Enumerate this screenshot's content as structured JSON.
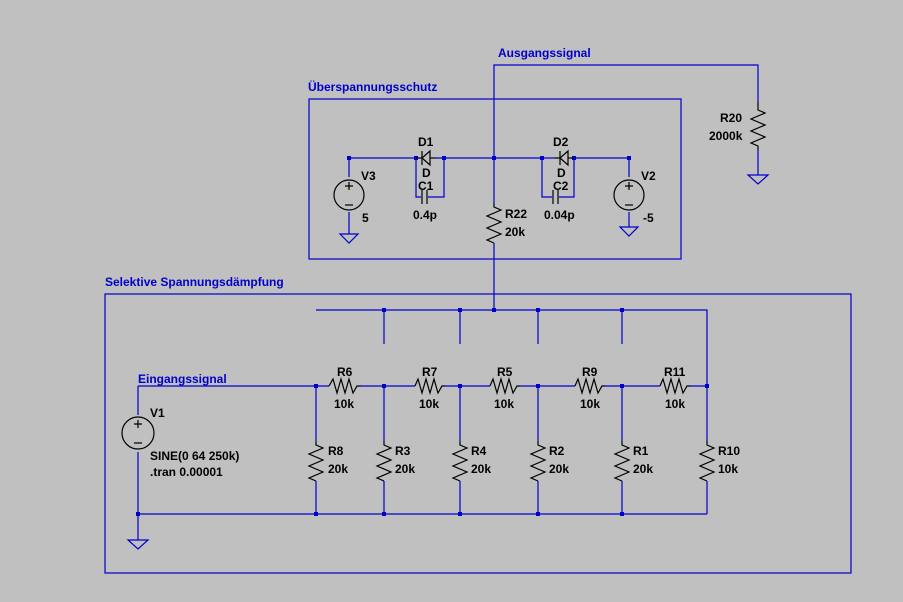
{
  "labels": {
    "output_net": "Ausgangssignal",
    "input_net": "Eingangssignal",
    "group_overvoltage": "Überspannungsschutz",
    "group_attenuation": "Selektive Spannungsdämpfung"
  },
  "components": {
    "R20": {
      "ref": "R20",
      "value": "2000k"
    },
    "R22": {
      "ref": "R22",
      "value": "20k"
    },
    "D1": {
      "ref": "D1",
      "value": "D"
    },
    "D2": {
      "ref": "D2",
      "value": "D"
    },
    "C1": {
      "ref": "C1",
      "value": "0.4p"
    },
    "C2": {
      "ref": "C2",
      "value": "0.04p"
    },
    "V3": {
      "ref": "V3",
      "value": "5"
    },
    "V2": {
      "ref": "V2",
      "value": "-5"
    },
    "V1": {
      "ref": "V1",
      "value": "SINE(0 64 250k)",
      "directive": ".tran 0.00001"
    },
    "R6": {
      "ref": "R6",
      "value": "10k"
    },
    "R7": {
      "ref": "R7",
      "value": "10k"
    },
    "R5": {
      "ref": "R5",
      "value": "10k"
    },
    "R9": {
      "ref": "R9",
      "value": "10k"
    },
    "R11": {
      "ref": "R11",
      "value": "10k"
    },
    "R8": {
      "ref": "R8",
      "value": "20k"
    },
    "R3": {
      "ref": "R3",
      "value": "20k"
    },
    "R4": {
      "ref": "R4",
      "value": "20k"
    },
    "R2": {
      "ref": "R2",
      "value": "20k"
    },
    "R1": {
      "ref": "R1",
      "value": "20k"
    },
    "R10": {
      "ref": "R10",
      "value": "10k"
    }
  },
  "colors": {
    "background": "#c0c0c0",
    "wire": "#0000cc",
    "component": "#000000"
  }
}
